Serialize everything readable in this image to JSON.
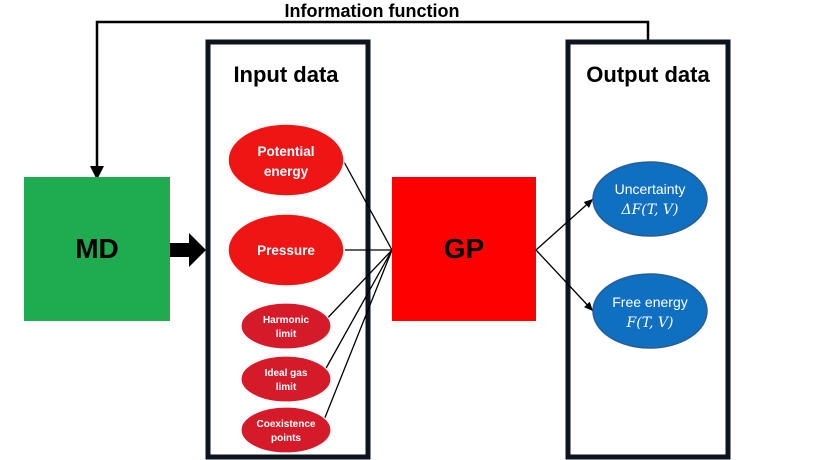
{
  "diagram": {
    "top_label": "Information function",
    "md_label": "MD",
    "gp_label": "GP",
    "input_title": "Input data",
    "output_title": "Output data",
    "inputs": {
      "potential_energy": [
        "Potential",
        "energy"
      ],
      "pressure": "Pressure",
      "harmonic_limit": [
        "Harmonic",
        "limit"
      ],
      "ideal_gas_limit": [
        "Ideal gas",
        "limit"
      ],
      "coexistence_points": [
        "Coexistence",
        "points"
      ]
    },
    "outputs": {
      "uncertainty": {
        "line1": "Uncertainty",
        "line2": "ΔF(T, V)"
      },
      "free_energy": {
        "line1": "Free energy",
        "line2": "F(T, V)"
      }
    }
  },
  "colors": {
    "md_green": "#1fab4f",
    "gp_red": "#ff0000",
    "input_red": "#f01515",
    "input_small_red": "#d51a2a",
    "output_blue": "#0f6fc1",
    "output_blue_edge": "#2a5d95",
    "frame": "#0c1420"
  }
}
